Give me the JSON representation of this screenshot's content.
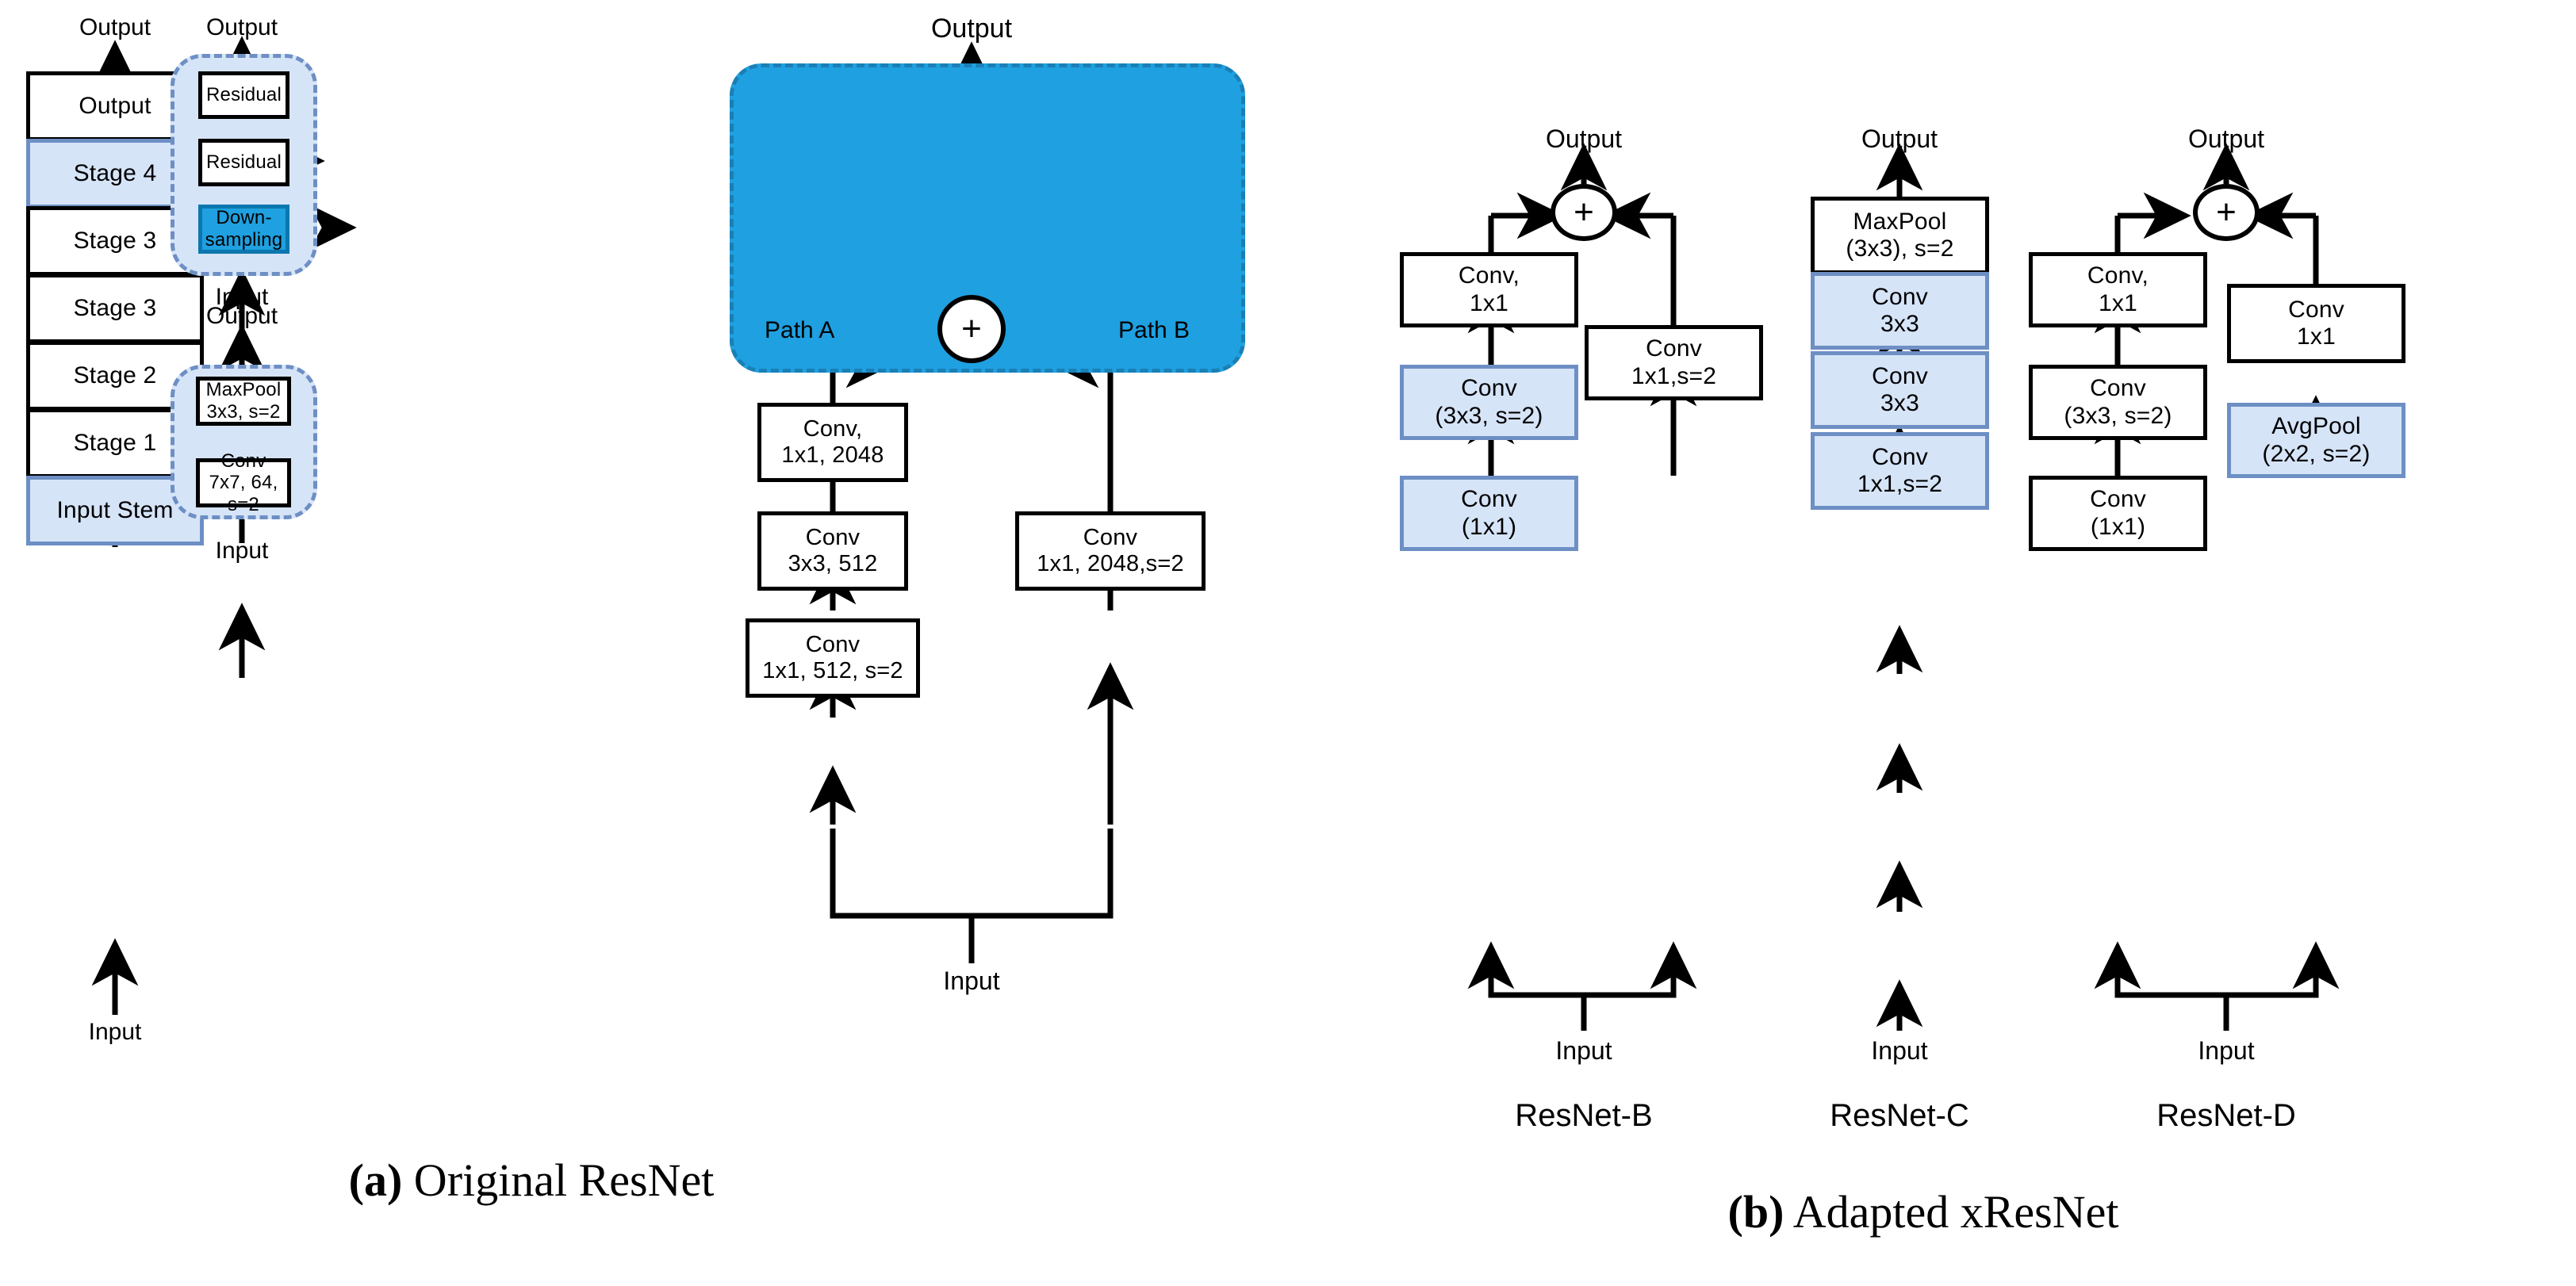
{
  "figure": {
    "caption_a_prefix": "(a)",
    "caption_a_text": " Original ResNet",
    "caption_b_prefix": "(b)",
    "caption_b_text": " Adapted xResNet"
  },
  "colors": {
    "light_blue_fill": "#d6e4f8",
    "light_blue_border": "#6d8fc4",
    "strong_blue_fill": "#1fa0e0",
    "strong_blue_border": "#0b77ae",
    "line": "#000000",
    "background": "#ffffff"
  },
  "labels": {
    "output": "Output",
    "input": "Input",
    "path_a": "Path A",
    "path_b": "Path B",
    "plus": "+"
  },
  "panel_a": {
    "backbone": {
      "top_label": "Output",
      "bottom_label": "Input",
      "blocks": [
        {
          "text": "Output",
          "style": "white"
        },
        {
          "text": "Stage 4",
          "style": "blue-light"
        },
        {
          "text": "Stage 3",
          "style": "white"
        },
        {
          "text": "Stage 3",
          "style": "white"
        },
        {
          "text": "Stage 2",
          "style": "white"
        },
        {
          "text": "Stage 1",
          "style": "white"
        },
        {
          "text": "Input Stem",
          "style": "blue-light"
        }
      ]
    },
    "stage_detail": {
      "top_label": "Output",
      "bottom_label": "Input",
      "blocks": [
        {
          "text": "Residual",
          "style": "white"
        },
        {
          "text": "Residual",
          "style": "white"
        },
        {
          "text": "Down-\nsampling",
          "style": "blue-strong"
        }
      ]
    },
    "stem_detail": {
      "top_label": "Output",
      "bottom_label": "Input",
      "blocks": [
        {
          "text": "MaxPool\n3x3, s=2",
          "style": "white"
        },
        {
          "text": "Conv\n7x7, 64, s=2",
          "style": "white"
        }
      ]
    },
    "downsampling_detail": {
      "top_label": "Output",
      "bottom_label": "Input",
      "path_a_label": "Path A",
      "path_b_label": "Path B",
      "path_a_blocks": [
        {
          "text": "Conv,\n1x1, 2048",
          "style": "white"
        },
        {
          "text": "Conv\n3x3, 512",
          "style": "white"
        },
        {
          "text": "Conv\n1x1, 512, s=2",
          "style": "white"
        }
      ],
      "path_b_blocks": [
        {
          "text": "Conv\n1x1, 2048,s=2",
          "style": "white"
        }
      ]
    }
  },
  "panel_b": {
    "variants": [
      {
        "name": "ResNet-B",
        "top_label": "Output",
        "bottom_label": "Input",
        "left_blocks": [
          {
            "text": "Conv,\n1x1",
            "style": "white"
          },
          {
            "text": "Conv\n(3x3, s=2)",
            "style": "blue-light"
          },
          {
            "text": "Conv\n(1x1)",
            "style": "blue-light"
          }
        ],
        "right_blocks": [
          {
            "text": "Conv\n1x1,s=2",
            "style": "white"
          }
        ],
        "has_plus": true
      },
      {
        "name": "ResNet-C",
        "top_label": "Output",
        "bottom_label": "Input",
        "left_blocks": [
          {
            "text": "MaxPool\n(3x3), s=2",
            "style": "white"
          },
          {
            "text": "Conv\n3x3",
            "style": "blue-light"
          },
          {
            "text": "Conv\n3x3",
            "style": "blue-light"
          },
          {
            "text": "Conv\n1x1,s=2",
            "style": "blue-light"
          }
        ],
        "right_blocks": [],
        "has_plus": false
      },
      {
        "name": "ResNet-D",
        "top_label": "Output",
        "bottom_label": "Input",
        "left_blocks": [
          {
            "text": "Conv,\n1x1",
            "style": "white"
          },
          {
            "text": "Conv\n(3x3, s=2)",
            "style": "white"
          },
          {
            "text": "Conv\n(1x1)",
            "style": "white"
          }
        ],
        "right_blocks": [
          {
            "text": "Conv\n1x1",
            "style": "white"
          },
          {
            "text": "AvgPool\n(2x2, s=2)",
            "style": "blue-light"
          }
        ],
        "has_plus": true
      }
    ]
  }
}
